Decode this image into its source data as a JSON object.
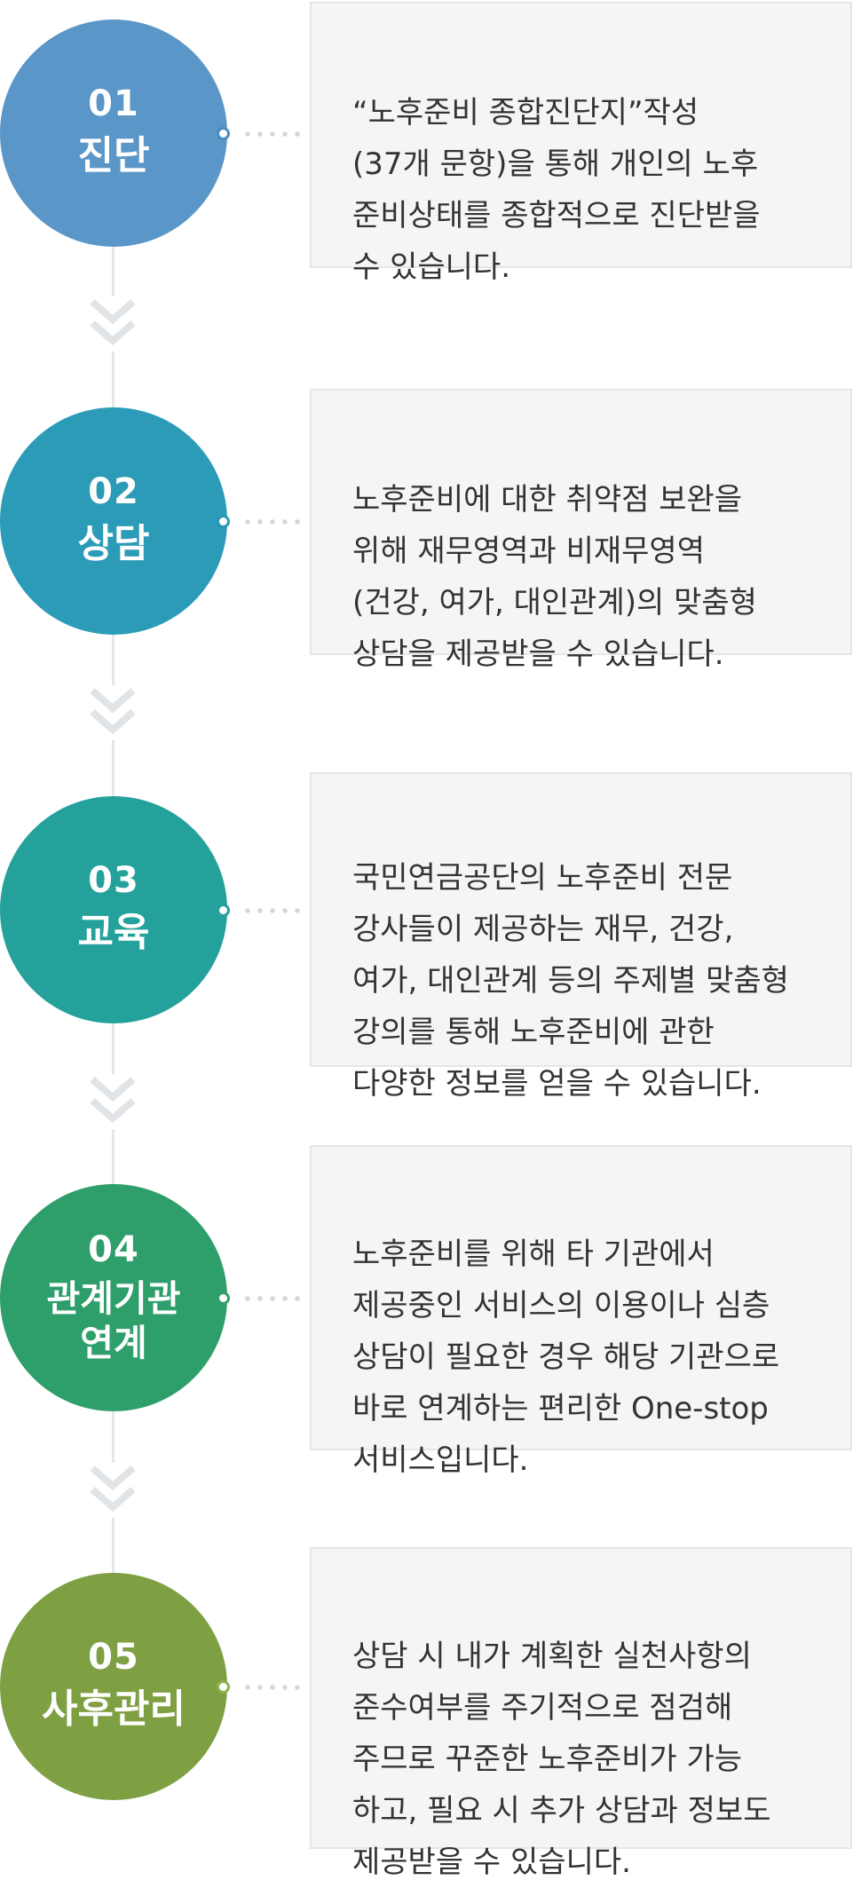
{
  "steps": [
    {
      "num": "01",
      "title": "진단",
      "color": "#5a96c8",
      "dot": "#4a8cc4",
      "text": "“노후준비 종합진단지”작성\n(37개 문항)을 통해 개인의 노후\n준비상태를 종합적으로 진단받을\n수 있습니다."
    },
    {
      "num": "02",
      "title": "상담",
      "color": "#2b9bb8",
      "dot": "#2a9ab6",
      "text": "노후준비에 대한 취약점 보완을\n위해 재무영역과 비재무영역\n(건강, 여가, 대인관계)의 맞춤형\n상담을 제공받을 수 있습니다."
    },
    {
      "num": "03",
      "title": "교육",
      "color": "#25a19b",
      "dot": "#25a19b",
      "text": "국민연금공단의 노후준비 전문\n강사들이 제공하는 재무, 건강,\n여가, 대인관계 등의 주제별 맞춤형\n강의를 통해 노후준비에 관한\n다양한 정보를 얻을 수 있습니다."
    },
    {
      "num": "04",
      "title": "관계기관\n연계",
      "color": "#2e9e6b",
      "dot": "#2e9e6b",
      "text": "노후준비를 위해 타 기관에서\n제공중인 서비스의 이용이나 심층\n상담이 필요한 경우 해당 기관으로\n바로 연계하는 편리한 One-stop\n서비스입니다."
    },
    {
      "num": "05",
      "title": "사후관리",
      "color": "#7ea043",
      "dot": "#8fb24e",
      "text": "상담 시 내가 계획한 실천사항의\n준수여부를 주기적으로 점검해\n주므로 꾸준한 노후준비가 가능\n하고, 필요 시 추가 상담과 정보도\n제공받을 수 있습니다."
    }
  ]
}
